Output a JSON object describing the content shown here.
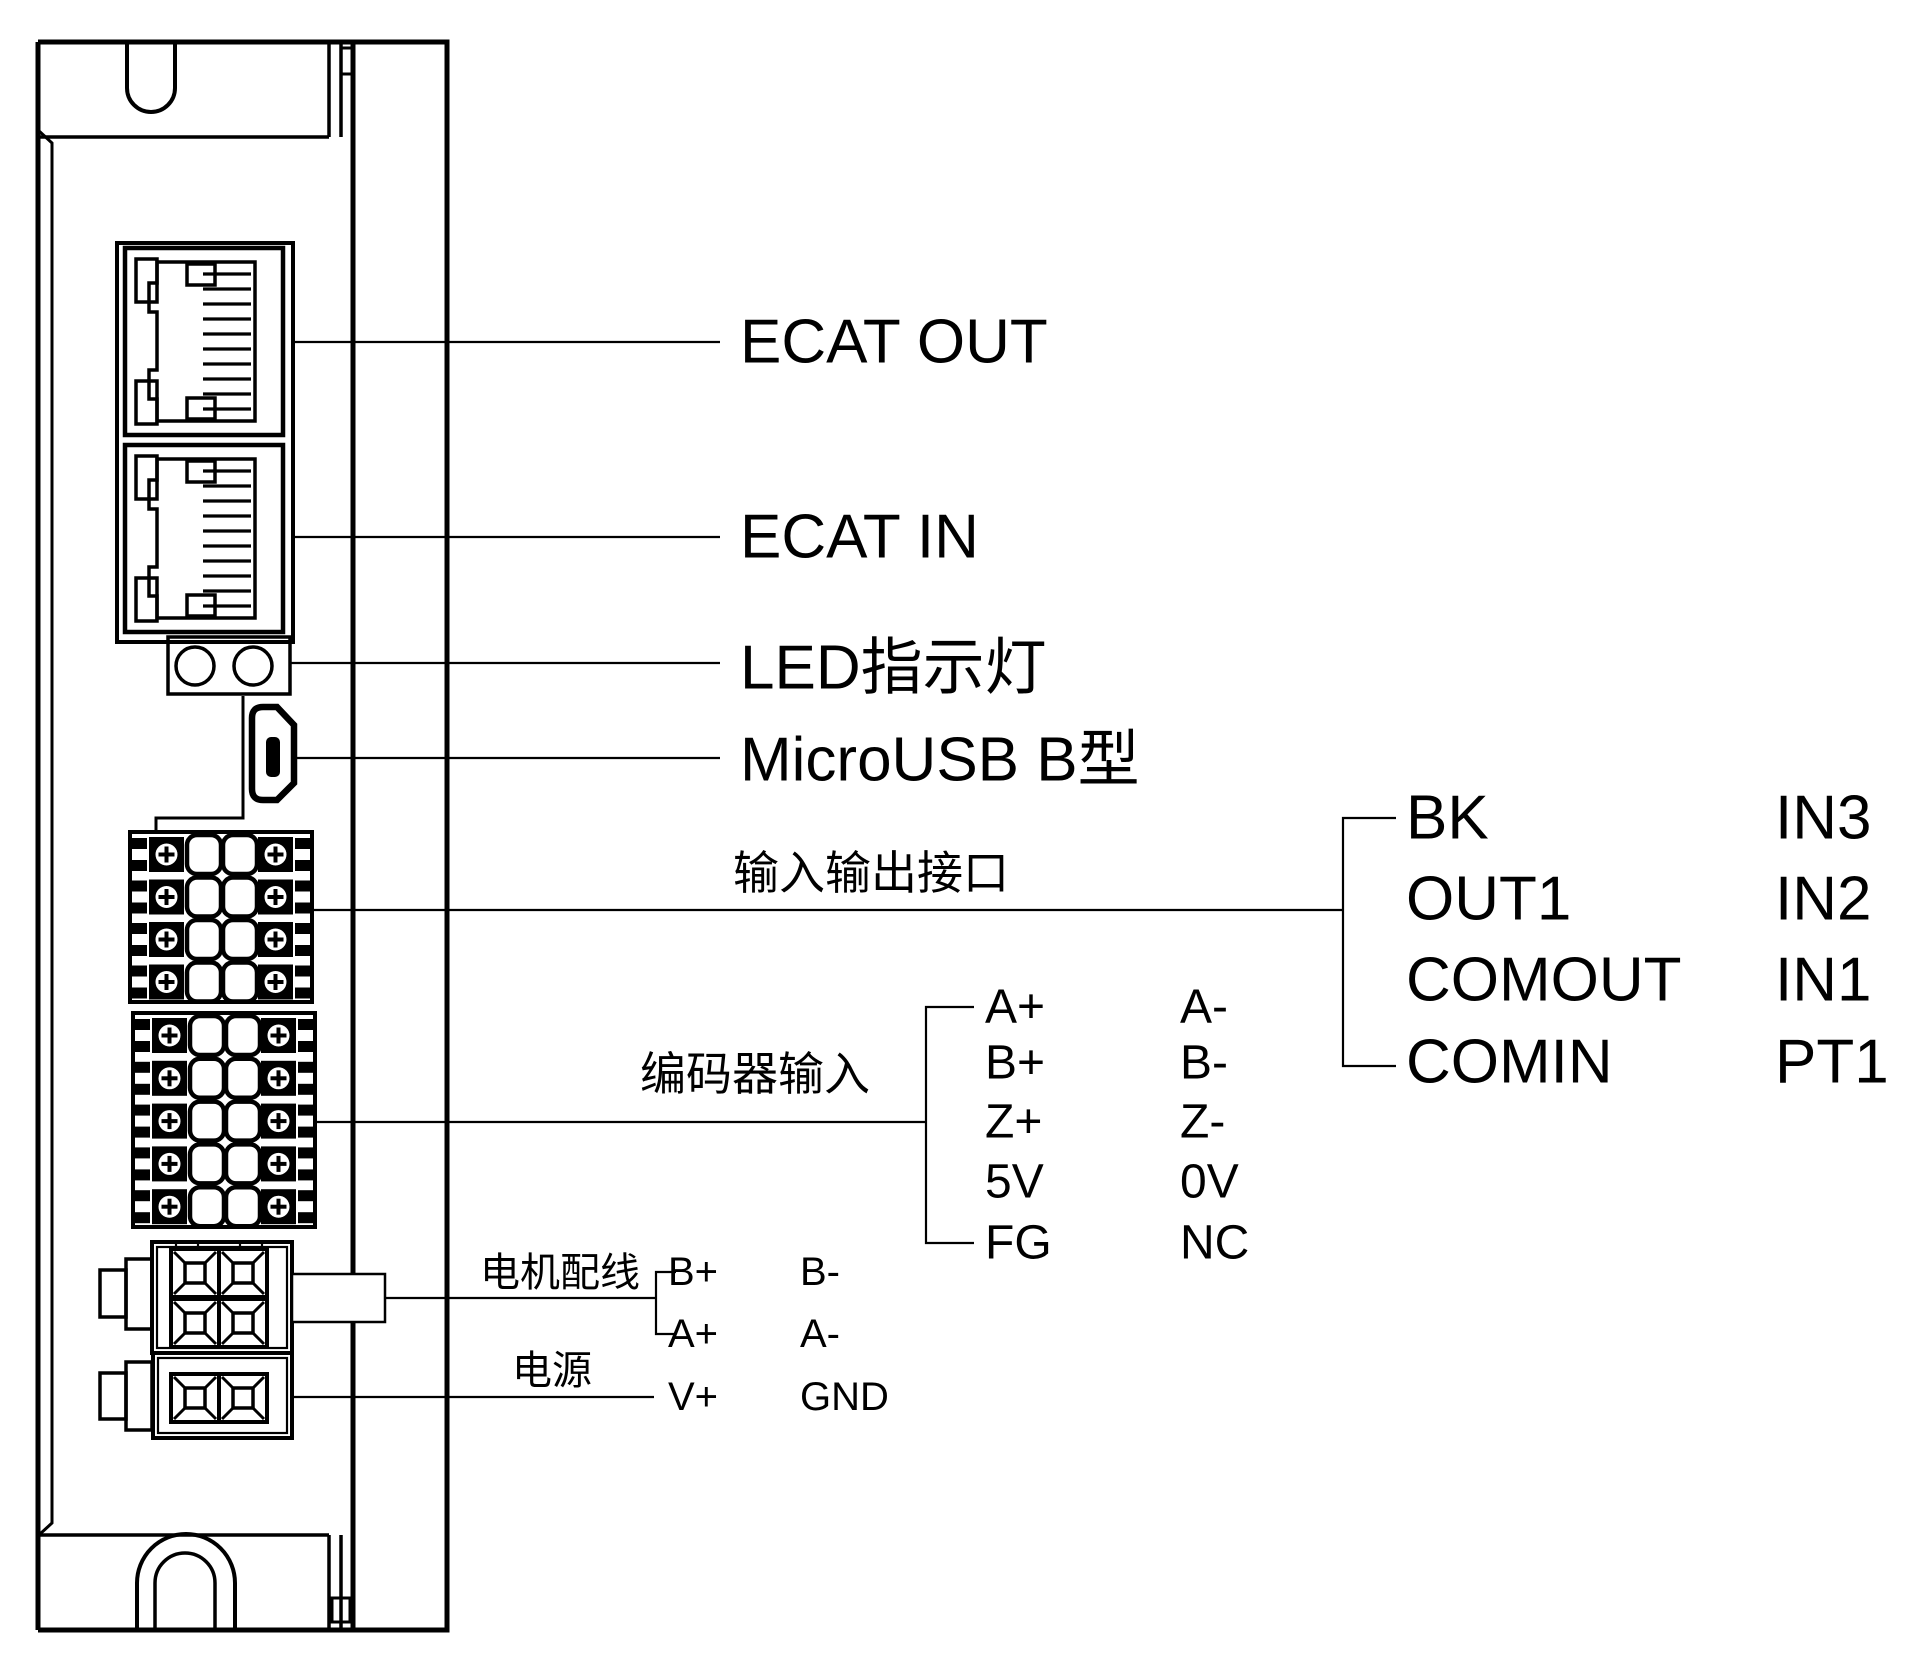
{
  "labels": {
    "ecat_out": "ECAT OUT",
    "ecat_in": "ECAT IN",
    "led": "LED指示灯",
    "usb": "MicroUSB B型",
    "io": "输入输出接口",
    "encoder": "编码器输入",
    "motor": "电机配线",
    "power": "电源"
  },
  "io_pins": {
    "left": [
      "BK",
      "OUT1",
      "COMOUT",
      "COMIN"
    ],
    "right": [
      "IN3",
      "IN2",
      "IN1",
      "PT1"
    ]
  },
  "encoder_pins": {
    "left": [
      "A+",
      "B+",
      "Z+",
      "5V",
      "FG"
    ],
    "right": [
      "A-",
      "B-",
      "Z-",
      "0V",
      "NC"
    ]
  },
  "motor_pins": {
    "left": [
      "B+",
      "A+"
    ],
    "right": [
      "B-",
      "A-"
    ]
  },
  "power_pins": {
    "left": [
      "V+"
    ],
    "right": [
      "GND"
    ]
  },
  "colors": {
    "ink": "#000000",
    "paper": "#ffffff"
  }
}
